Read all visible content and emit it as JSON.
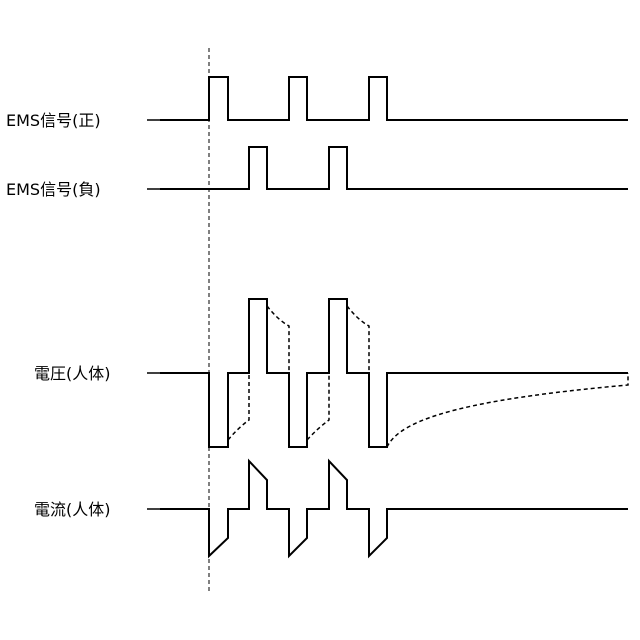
{
  "labels": {
    "ems_positive": "EMS信号(正)",
    "ems_negative": "EMS信号(負)",
    "voltage_body": "電圧(人体)",
    "current_body": "電流(人体)"
  }
}
